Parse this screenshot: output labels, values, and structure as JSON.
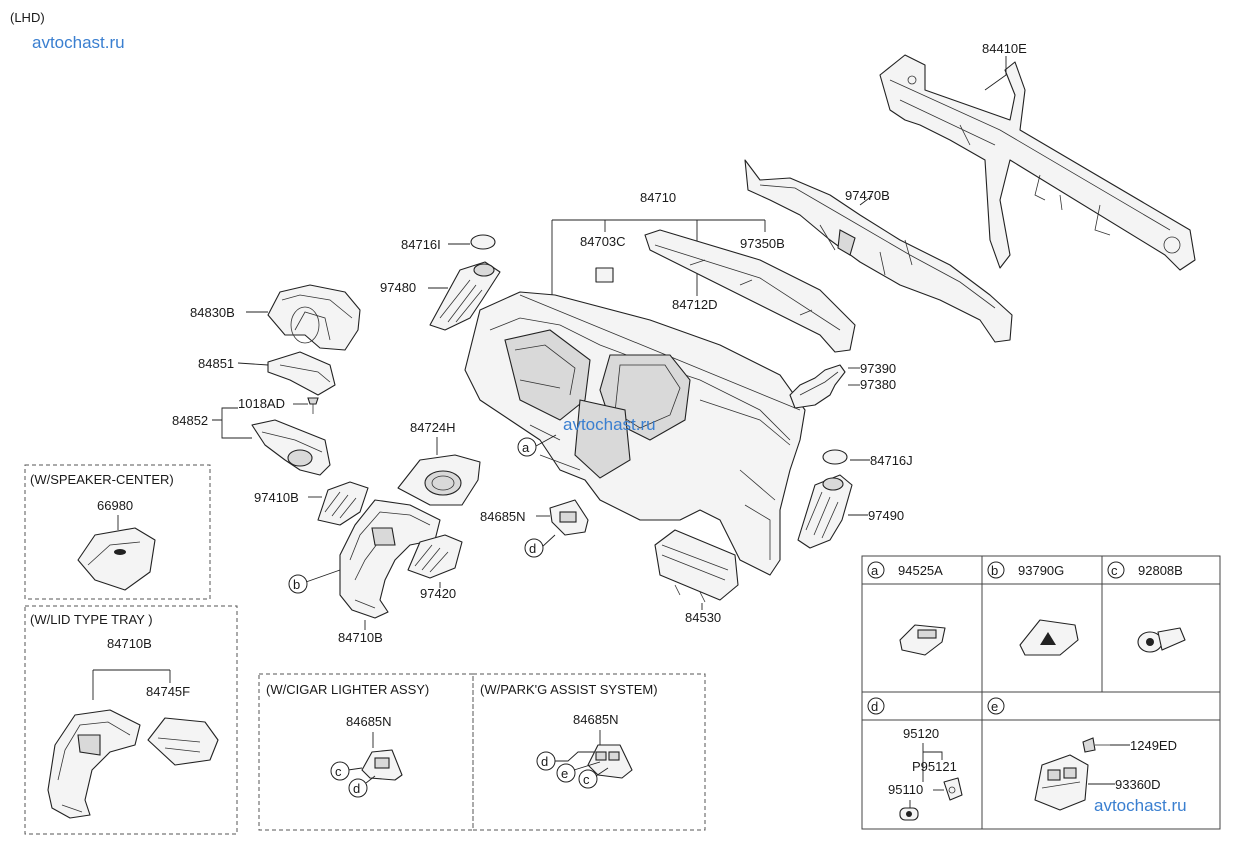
{
  "drive_note": "(LHD)",
  "watermarks": [
    "avtochast.ru",
    "avtochast.ru",
    "avtochast.ru"
  ],
  "part_numbers": {
    "p84410E": "84410E",
    "p97470B": "97470B",
    "p84710": "84710",
    "p84703C": "84703C",
    "p97350B": "97350B",
    "p84712D": "84712D",
    "p84716I": "84716I",
    "p97480": "97480",
    "p84830B": "84830B",
    "p84851": "84851",
    "p1018AD": "1018AD",
    "p84852": "84852",
    "p84724H": "84724H",
    "p97390": "97390",
    "p97380": "97380",
    "p84716J": "84716J",
    "p97490": "97490",
    "p97410B": "97410B",
    "p84685N": "84685N",
    "p84530": "84530",
    "p97420": "97420",
    "p84710B": "84710B"
  },
  "callouts": {
    "a": "a",
    "b": "b",
    "c": "c",
    "d": "d",
    "e": "e"
  },
  "option_boxes": {
    "speaker_center": {
      "title": "(W/SPEAKER-CENTER)",
      "part": "66980"
    },
    "lid_type_tray": {
      "title": "(W/LID TYPE TRAY )",
      "part_main": "84710B",
      "part_sub": "84745F"
    },
    "cigar_lighter": {
      "title": "(W/CIGAR LIGHTER ASSY)",
      "part": "84685N"
    },
    "parking_assist": {
      "title": "(W/PARK'G ASSIST SYSTEM)",
      "part": "84685N"
    }
  },
  "legend_table": {
    "cells": [
      {
        "letter": "a",
        "part": "94525A"
      },
      {
        "letter": "b",
        "part": "93790G"
      },
      {
        "letter": "c",
        "part": "92808B"
      },
      {
        "letter": "d",
        "parts": [
          "95120",
          "P95121",
          "95110"
        ]
      },
      {
        "letter": "e",
        "parts": [
          "1249ED",
          "93360D"
        ]
      }
    ]
  }
}
